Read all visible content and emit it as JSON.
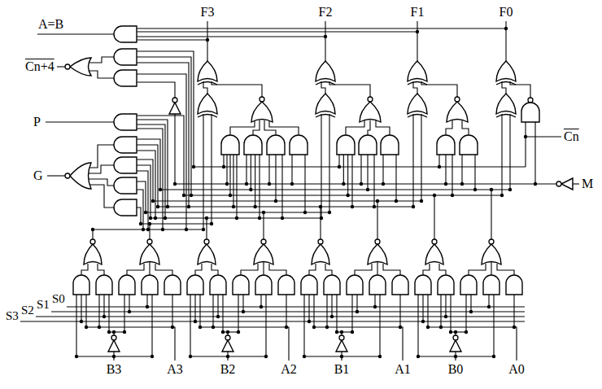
{
  "diagram": {
    "labels": [
      "A=B",
      "Cn+4",
      "P",
      "G",
      "F3",
      "F2",
      "F1",
      "F0",
      "Cn",
      "M",
      "S3",
      "S2",
      "S1",
      "S0",
      "B3",
      "A3",
      "B2",
      "A2",
      "B1",
      "A1",
      "B0",
      "A0"
    ]
  }
}
